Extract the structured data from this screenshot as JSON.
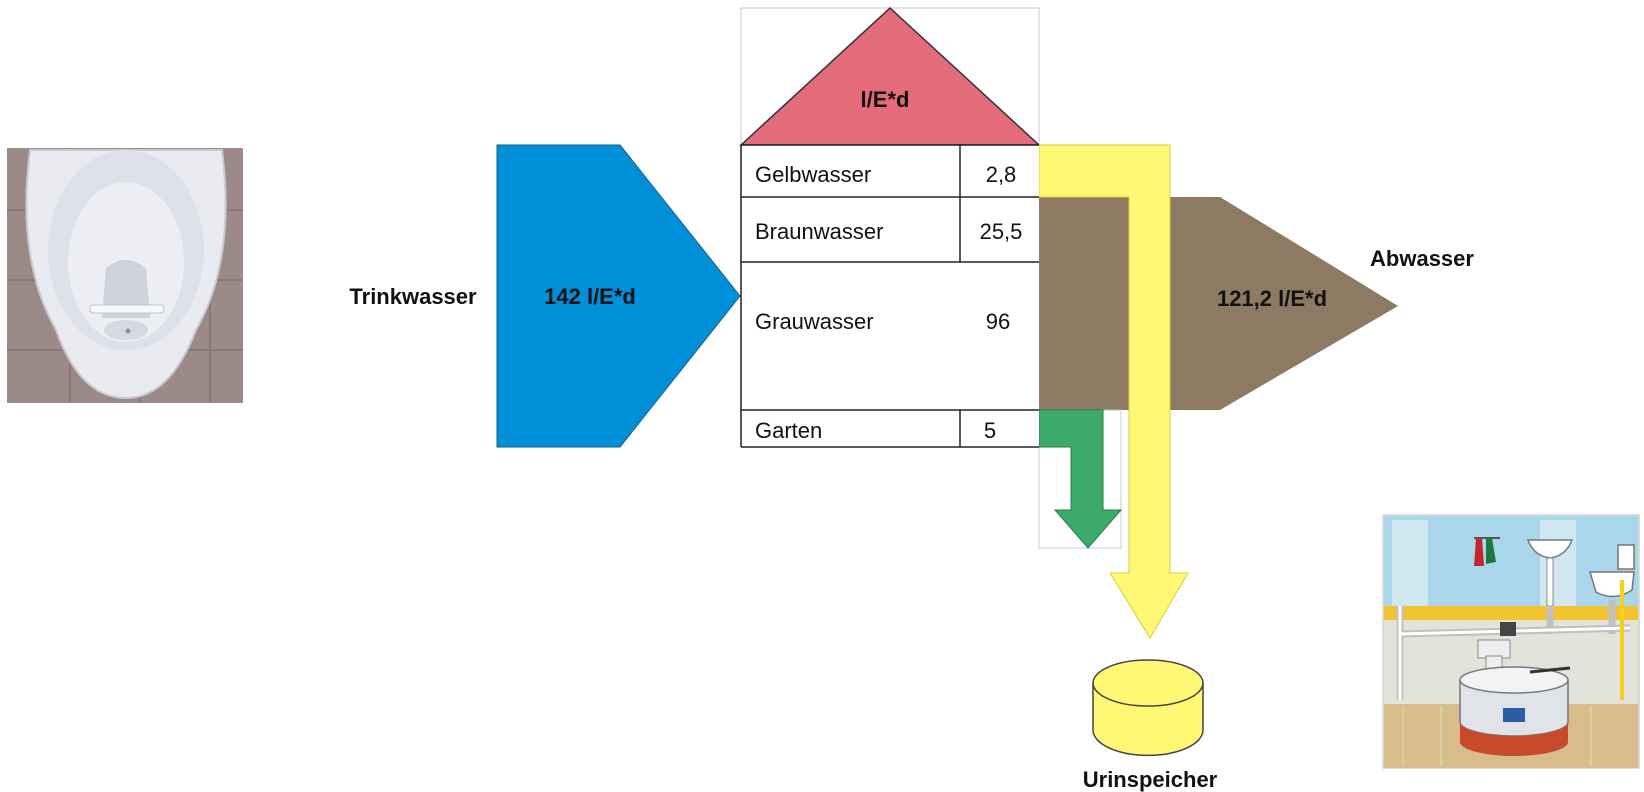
{
  "inflow": {
    "label": "Trinkwasser",
    "value": "142 l/E*d",
    "color": "#0090DA"
  },
  "table": {
    "header": "l/E*d",
    "header_color": "#E46B79",
    "rows": [
      {
        "name": "Gelbwasser",
        "value": "2,8"
      },
      {
        "name": "Braunwasser",
        "value": "25,5"
      },
      {
        "name": "Grauwasser",
        "value": "96"
      },
      {
        "name": "Garten",
        "value": "5"
      }
    ]
  },
  "outflow": {
    "label": "Abwasser",
    "value": "121,2 l/E*d",
    "color": "#8C7A62"
  },
  "urine": {
    "label": "Urinspeicher",
    "color": "#FFF875"
  },
  "garden_arrow_color": "#3CAA6A",
  "pictures": {
    "toilet": "separation-toilet-photo",
    "system": "urine-storage-system-illustration"
  }
}
